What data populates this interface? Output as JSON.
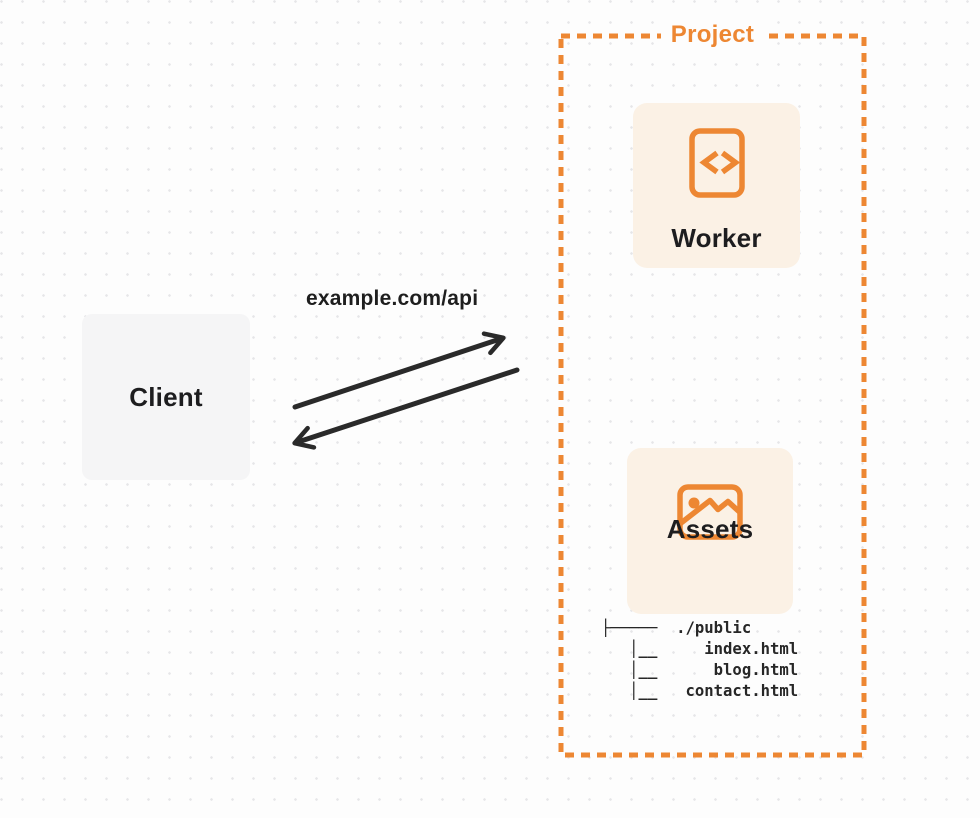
{
  "project": {
    "label": "Project",
    "worker": {
      "label": "Worker",
      "icon": "code-document-icon"
    },
    "assets": {
      "label": "Assets",
      "icon": "image-icon"
    },
    "file_tree": "├─────  ./public\n   │__     index.html\n   │__      blog.html\n   │__   contact.html",
    "files": [
      "./public",
      "index.html",
      "blog.html",
      "contact.html"
    ]
  },
  "client": {
    "label": "Client"
  },
  "request": {
    "label": "example.com/api"
  },
  "colors": {
    "accent_orange": "#ED8733",
    "panel_cream": "#FBF1E5",
    "client_gray": "#F5F5F6",
    "arrow_dark": "#2A2A2A",
    "text_dark": "#1D1D1F",
    "background": "#FDFDFD"
  }
}
